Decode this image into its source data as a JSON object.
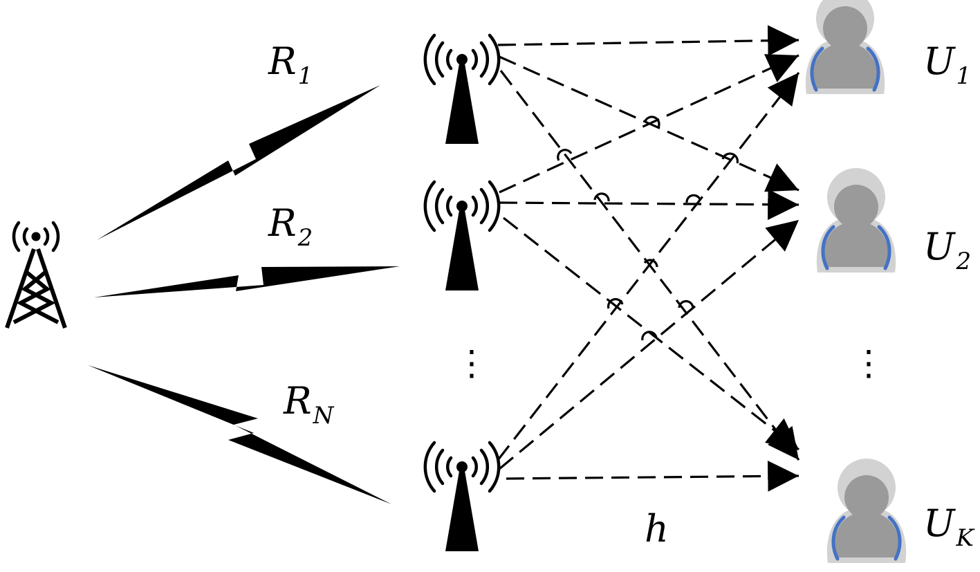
{
  "labels": {
    "relay_1": {
      "main": "R",
      "sub": "1"
    },
    "relay_2": {
      "main": "R",
      "sub": "2"
    },
    "relay_n": {
      "main": "R",
      "sub": "N"
    },
    "user_1": {
      "main": "U",
      "sub": "1"
    },
    "user_2": {
      "main": "U",
      "sub": "2"
    },
    "user_k": {
      "main": "U",
      "sub": "K"
    },
    "channel": "h",
    "relay_ellipsis": "⋮",
    "user_ellipsis": "⋮"
  },
  "icons": {
    "source": "cell-tower-icon",
    "relay": "antenna-icon",
    "user": "user-icon",
    "wireless_link": "lightning-bolt-icon"
  },
  "colors": {
    "line": "#000000",
    "user_body": "#9a9a9a",
    "user_halo": "#d2d2d2",
    "user_accent": "#4472c4"
  }
}
